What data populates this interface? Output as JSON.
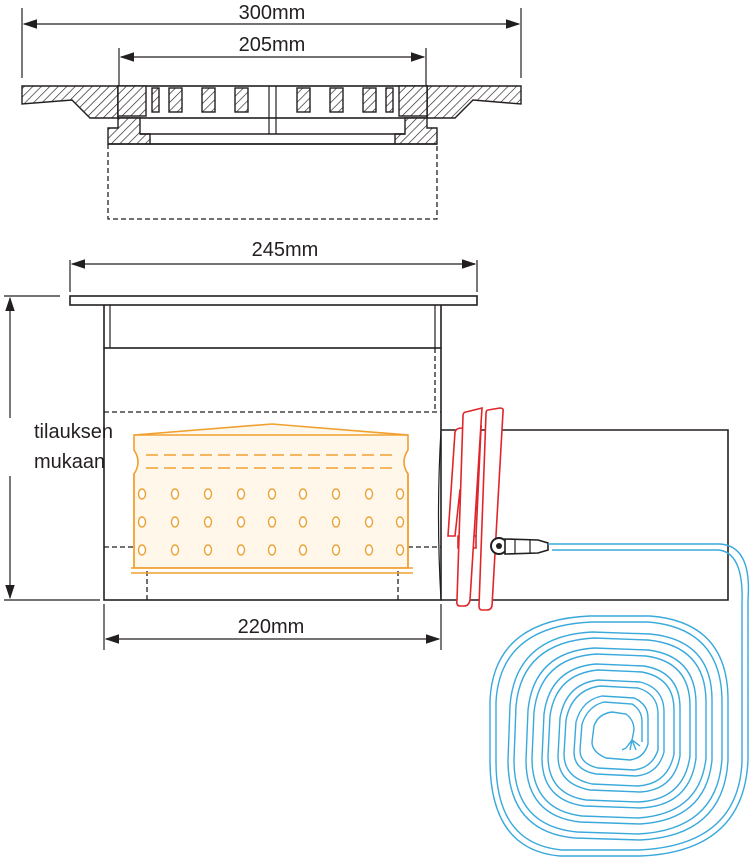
{
  "dimensions": {
    "top_overall_width": "300mm",
    "top_grate_width": "205mm",
    "flange_width": "245mm",
    "body_width": "220mm"
  },
  "side_label": {
    "line1": "tilauksen",
    "line2": "mukaan"
  },
  "colors": {
    "line": "#231f20",
    "basket": "#f0a030",
    "seal": "#e0252b",
    "cable": "#3aa9dc"
  },
  "components": [
    "grate-frame-section",
    "drain-body",
    "strainer-basket",
    "rubber-seal-rings",
    "heating-cable-coil"
  ]
}
